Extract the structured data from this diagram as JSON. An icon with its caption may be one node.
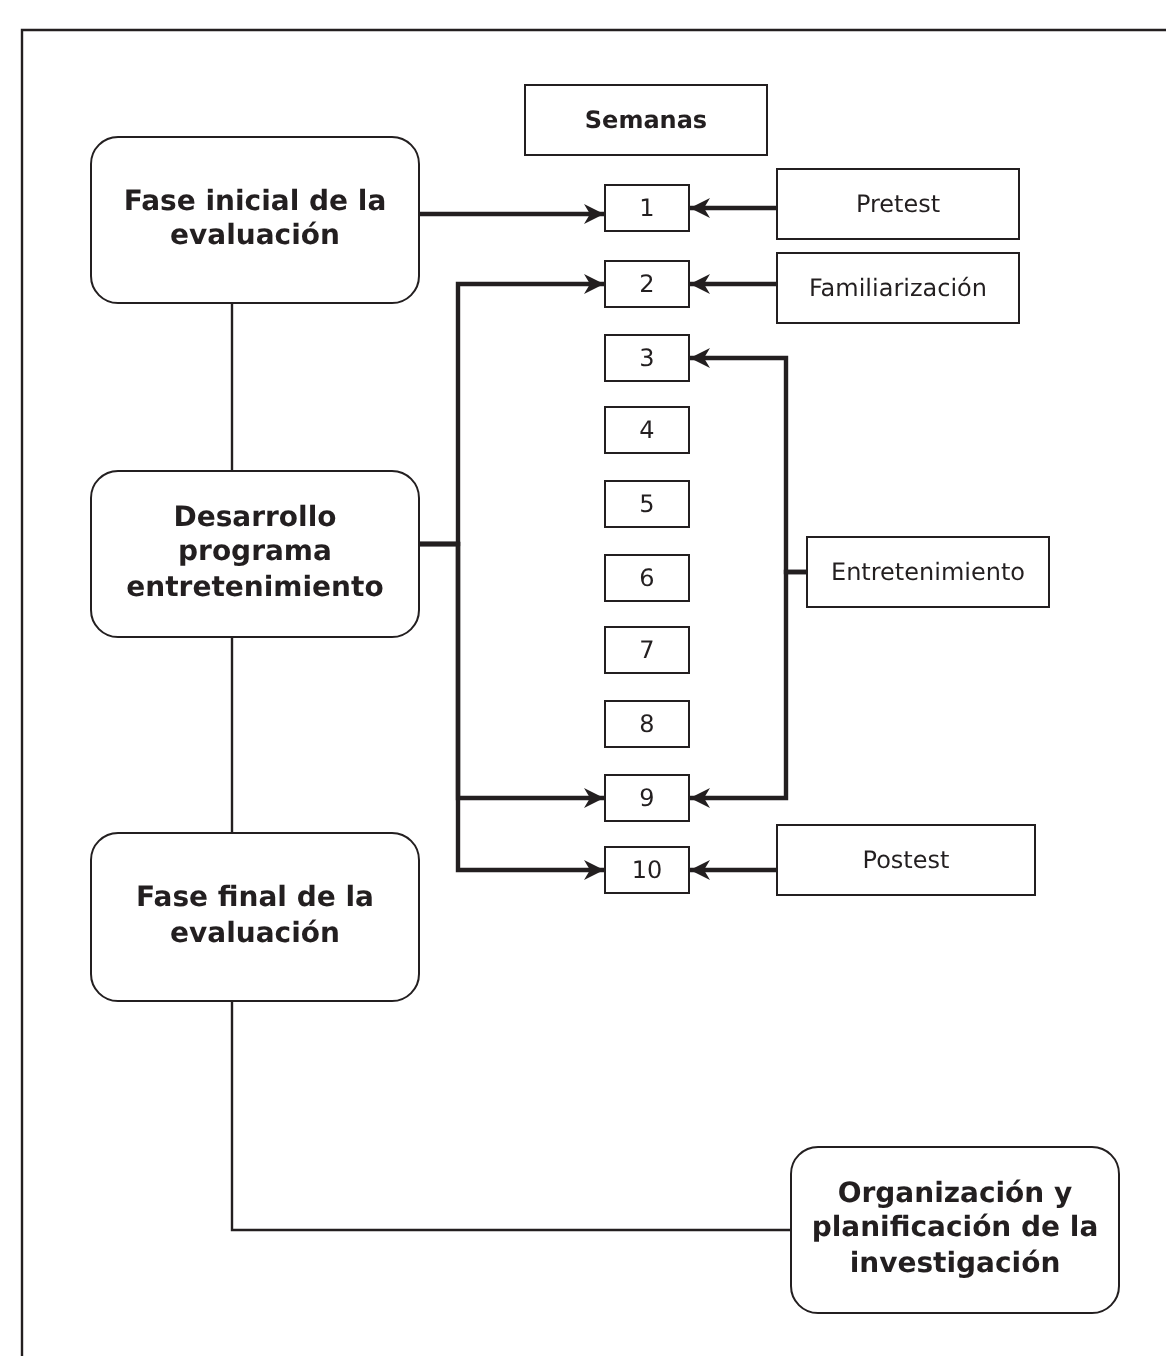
{
  "diagram": {
    "nodes": [
      {
        "text": [
          "Semanas"
        ]
      },
      {
        "text": [
          "Fase inicial de la evaluación"
        ]
      },
      {
        "text": [
          "1"
        ]
      },
      {
        "text": [
          "Pretest"
        ]
      },
      {
        "text": [
          "2"
        ]
      },
      {
        "text": [
          "Familiarización"
        ]
      },
      {
        "text": [
          "3"
        ]
      },
      {
        "text": [
          "4"
        ]
      },
      {
        "text": [
          "5"
        ]
      },
      {
        "text": [
          "6"
        ]
      },
      {
        "text": [
          "7"
        ]
      },
      {
        "text": [
          "8"
        ]
      },
      {
        "text": [
          "9"
        ]
      },
      {
        "text": [
          "10"
        ]
      },
      {
        "text": [
          "Desarrollo programa entretenimiento"
        ]
      },
      {
        "text": [
          "Entretenimiento"
        ]
      },
      {
        "text": [
          "Postest"
        ]
      },
      {
        "text": [
          "Fase final de la evaluación"
        ]
      },
      {
        "text": [
          "Organización y planificación de la investigación"
        ]
      }
    ],
    "edges": [
      {
        "from": 1,
        "to": 2,
        "arrow": "to"
      },
      {
        "from": 3,
        "to": 2,
        "arrow": "to"
      },
      {
        "from": 5,
        "to": 4,
        "arrow": "to"
      },
      {
        "from": 1,
        "to": 14,
        "arrow": "none"
      },
      {
        "from": 14,
        "to": 4,
        "arrow": "to"
      },
      {
        "from": 14,
        "to": 12,
        "arrow": "to"
      },
      {
        "from": 14,
        "to": 13,
        "arrow": "to"
      },
      {
        "from": 15,
        "to": 6,
        "arrow": "to"
      },
      {
        "from": 15,
        "to": 12,
        "arrow": "to"
      },
      {
        "from": 16,
        "to": 13,
        "arrow": "to"
      },
      {
        "from": 14,
        "to": 17,
        "arrow": "none"
      },
      {
        "from": 17,
        "to": 18,
        "arrow": "none"
      }
    ]
  }
}
